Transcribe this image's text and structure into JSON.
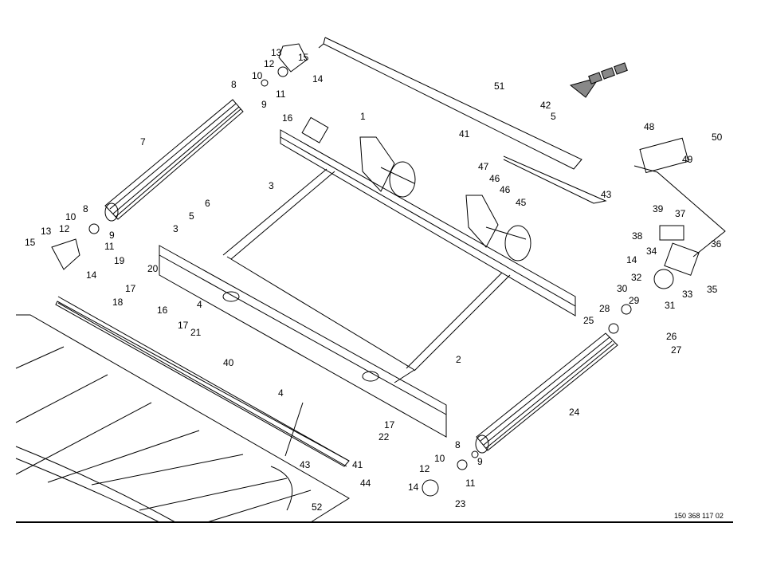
{
  "drawing_number": "150 368 117 02",
  "callouts": [
    "13",
    "15",
    "12",
    "14",
    "10",
    "11",
    "8",
    "9",
    "51",
    "42",
    "5",
    "41",
    "16",
    "1",
    "7",
    "48",
    "50",
    "49",
    "47",
    "46",
    "46",
    "45",
    "43",
    "3",
    "6",
    "5",
    "39",
    "37",
    "38",
    "8",
    "12",
    "10",
    "9",
    "13",
    "11",
    "15",
    "14",
    "3",
    "19",
    "20",
    "36",
    "34",
    "14",
    "35",
    "32",
    "30",
    "33",
    "31",
    "29",
    "28",
    "17",
    "16",
    "4",
    "18",
    "17",
    "21",
    "25",
    "26",
    "27",
    "2",
    "40",
    "4",
    "24",
    "17",
    "22",
    "8",
    "10",
    "12",
    "9",
    "11",
    "14",
    "23",
    "43",
    "41",
    "44",
    "52"
  ],
  "colors": {
    "line": "#000000",
    "background": "#ffffff"
  }
}
